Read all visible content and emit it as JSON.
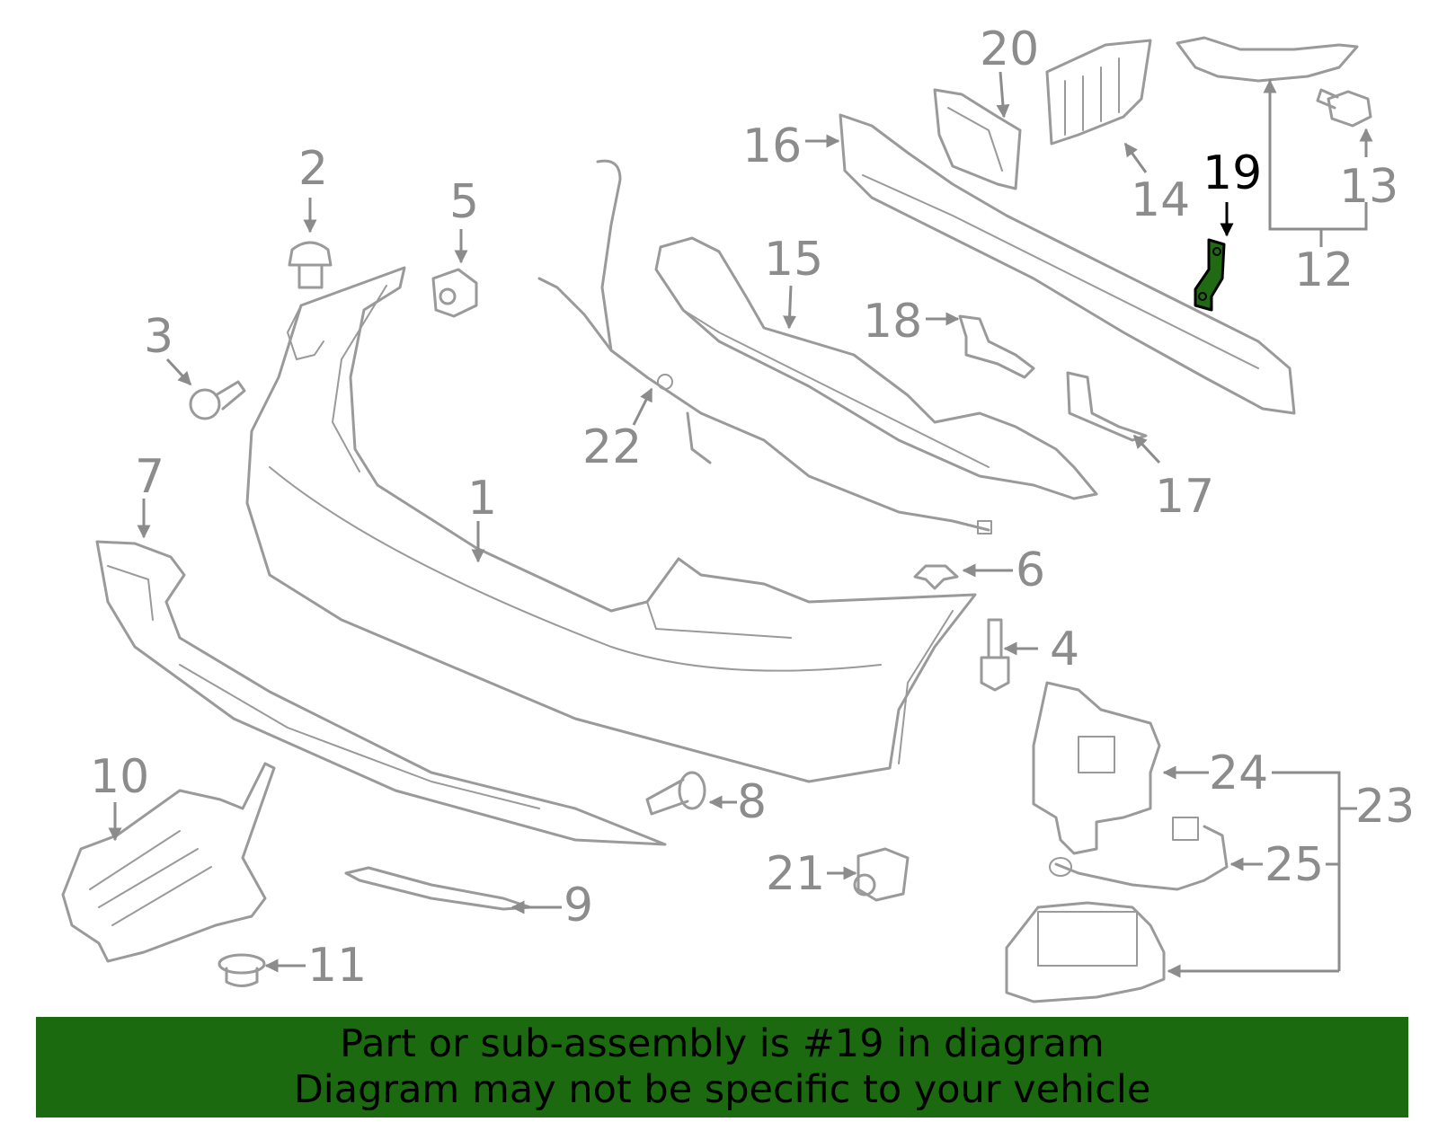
{
  "diagram": {
    "highlight_color": "#1f6a12",
    "line_color": "#9a9a9a",
    "labels": {
      "l1": "1",
      "l2": "2",
      "l3": "3",
      "l4": "4",
      "l5": "5",
      "l6": "6",
      "l7": "7",
      "l8": "8",
      "l9": "9",
      "l10": "10",
      "l11": "11",
      "l12": "12",
      "l13": "13",
      "l14": "14",
      "l15": "15",
      "l16": "16",
      "l17": "17",
      "l18": "18",
      "l19": "19",
      "l20": "20",
      "l21": "21",
      "l22": "22",
      "l23": "23",
      "l24": "24",
      "l25": "25"
    }
  },
  "banner": {
    "background": "#1b6a10",
    "line1": "Part or sub-assembly is #19 in diagram",
    "line2": "Diagram may not be specific to your vehicle"
  }
}
